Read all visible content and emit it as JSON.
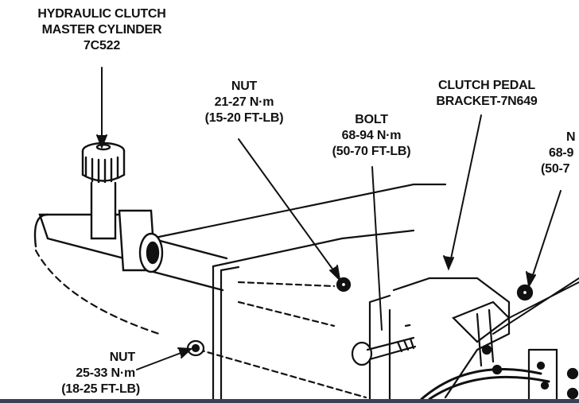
{
  "labels": {
    "master_cylinder": {
      "line1": "HYDRAULIC CLUTCH",
      "line2": "MASTER CYLINDER",
      "line3": "7C522"
    },
    "nut_top": {
      "line1": "NUT",
      "line2": "21-27 N·m",
      "line3": "(15-20 FT-LB)"
    },
    "bolt": {
      "line1": "BOLT",
      "line2": "68-94 N·m",
      "line3": "(50-70 FT-LB)"
    },
    "pedal_bracket": {
      "line1": "CLUTCH PEDAL",
      "line2": "BRACKET-7N649"
    },
    "nut_right_cut": {
      "line1": "N",
      "line2": "68-9",
      "line3": "(50-7"
    },
    "nut_bottom": {
      "line1": "NUT",
      "line2": "25-33 N·m",
      "line3": "(18-25 FT-LB)"
    }
  }
}
